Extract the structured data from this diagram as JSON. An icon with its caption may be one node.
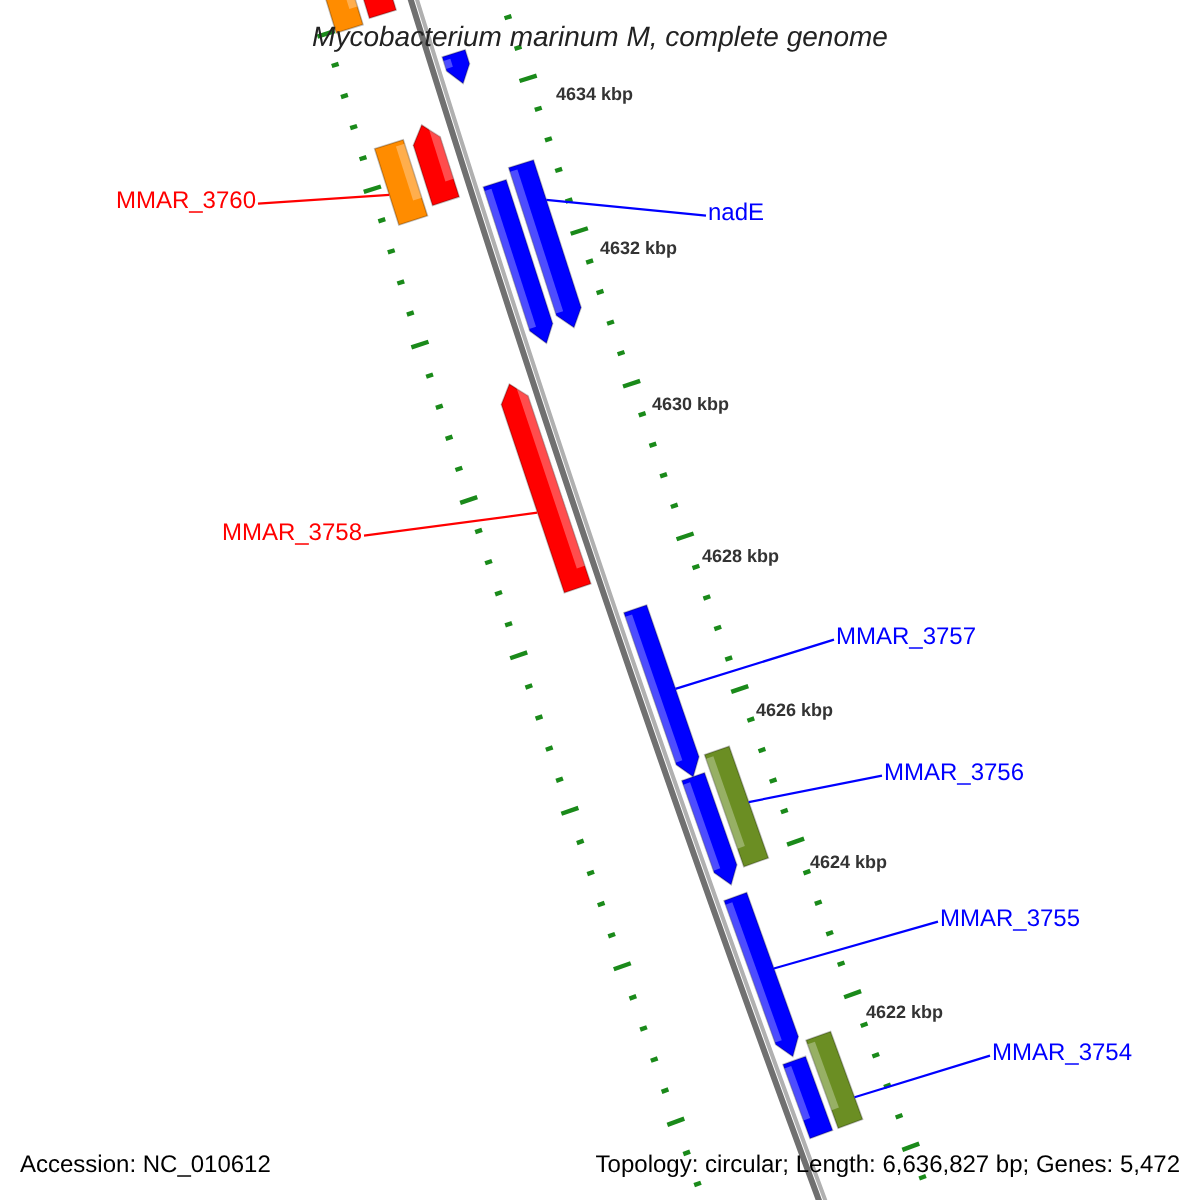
{
  "diagram": {
    "title": "Mycobacterium marinum M, complete genome",
    "nodes": [
      {
        "text": [],
        "shape": "bar"
      },
      {
        "text": [],
        "shape": "bar"
      },
      {
        "text": [],
        "shape": "bar"
      },
      {
        "text": [
          "MMAR_3760"
        ]
      },
      {
        "text": [],
        "shape": "bar"
      },
      {
        "text": [],
        "shape": "bar"
      },
      {
        "text": [
          "nadE"
        ]
      },
      {
        "text": [],
        "shape": "bar"
      },
      {
        "text": [],
        "shape": "bar"
      },
      {
        "text": [
          "MMAR_3758"
        ]
      },
      {
        "text": [],
        "shape": "bar"
      },
      {
        "text": [
          "MMAR_3757"
        ]
      },
      {
        "text": [],
        "shape": "bar"
      },
      {
        "text": [
          "MMAR_3756"
        ]
      },
      {
        "text": [],
        "shape": "bar"
      },
      {
        "text": [],
        "shape": "bar"
      },
      {
        "text": [
          "MMAR_3755"
        ]
      },
      {
        "text": [],
        "shape": "bar"
      },
      {
        "text": [
          "MMAR_3754"
        ]
      },
      {
        "text": [],
        "shape": "bar"
      },
      {
        "text": [],
        "shape": "bar"
      }
    ],
    "edges": [
      {
        "from": 3,
        "to": 5,
        "arrow": "none",
        "color": "#ff0000"
      },
      {
        "from": 6,
        "to": 8,
        "arrow": "none"
      },
      {
        "from": 9,
        "to": 10,
        "arrow": "none",
        "color": "#ff0000"
      },
      {
        "from": 11,
        "to": 12,
        "arrow": "none"
      },
      {
        "from": 13,
        "to": 14,
        "arrow": "none"
      },
      {
        "from": 16,
        "to": 17,
        "arrow": "none"
      },
      {
        "from": 18,
        "to": 19,
        "arrow": "none"
      }
    ],
    "labels": [
      "4634 kbp",
      "4632 kbp",
      "4630 kbp",
      "4628 kbp",
      "4626 kbp",
      "4624 kbp",
      "4622 kbp",
      "Accession: NC_010612",
      "Topology: circular; Length: 6,636,827 bp; Genes: 5,472"
    ]
  }
}
